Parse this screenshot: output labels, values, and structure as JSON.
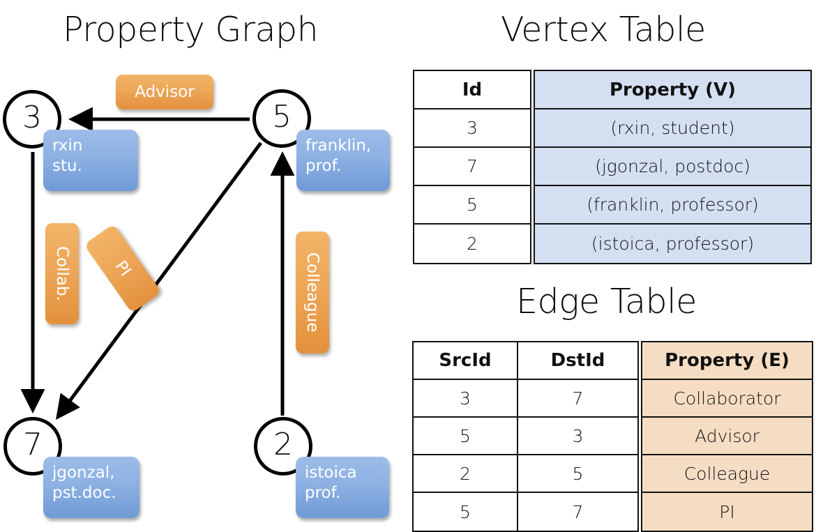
{
  "titles": {
    "property_graph": "Property Graph",
    "vertex_table": "Vertex Table",
    "edge_table": "Edge Table"
  },
  "graph": {
    "nodes": [
      {
        "id": "3",
        "property": "rxin\nstu."
      },
      {
        "id": "5",
        "property": "franklin,\nprof."
      },
      {
        "id": "7",
        "property": "jgonzal,\npst.doc."
      },
      {
        "id": "2",
        "property": "istoica\nprof."
      }
    ],
    "node_labels": {
      "n3": "3",
      "n5": "5",
      "n7": "7",
      "n2": "2"
    },
    "prop_boxes": {
      "rxin_line1": "rxin",
      "rxin_line2": "stu.",
      "franklin_line1": "franklin,",
      "franklin_line2": "prof.",
      "jgonzal_line1": "jgonzal,",
      "jgonzal_line2": "pst.doc.",
      "istoica_line1": "istoica",
      "istoica_line2": "prof."
    },
    "edge_labels": {
      "advisor": "Advisor",
      "collab": "Collab.",
      "pi": "PI",
      "colleague": "Colleague"
    },
    "edges": [
      {
        "from": "5",
        "to": "3",
        "label": "Advisor"
      },
      {
        "from": "3",
        "to": "7",
        "label": "Collab."
      },
      {
        "from": "5",
        "to": "7",
        "label": "PI"
      },
      {
        "from": "2",
        "to": "5",
        "label": "Colleague"
      }
    ]
  },
  "vertex_table": {
    "headers": [
      "Id",
      "Property (V)"
    ],
    "rows": [
      {
        "id": "3",
        "property": "(rxin, student)"
      },
      {
        "id": "7",
        "property": "(jgonzal, postdoc)"
      },
      {
        "id": "5",
        "property": "(franklin, professor)"
      },
      {
        "id": "2",
        "property": "(istoica, professor)"
      }
    ]
  },
  "edge_table": {
    "headers": [
      "SrcId",
      "DstId",
      "Property (E)"
    ],
    "rows": [
      {
        "src": "3",
        "dst": "7",
        "property": "Collaborator"
      },
      {
        "src": "5",
        "dst": "3",
        "property": "Advisor"
      },
      {
        "src": "2",
        "dst": "5",
        "property": "Colleague"
      },
      {
        "src": "5",
        "dst": "7",
        "property": "PI"
      }
    ]
  },
  "colors": {
    "vertex_fill": "#d4e0f2",
    "edge_fill": "#f5ddc4",
    "node_box_blue": "#8db1e3",
    "edge_label_orange": "#eda758",
    "stroke": "#111111"
  }
}
